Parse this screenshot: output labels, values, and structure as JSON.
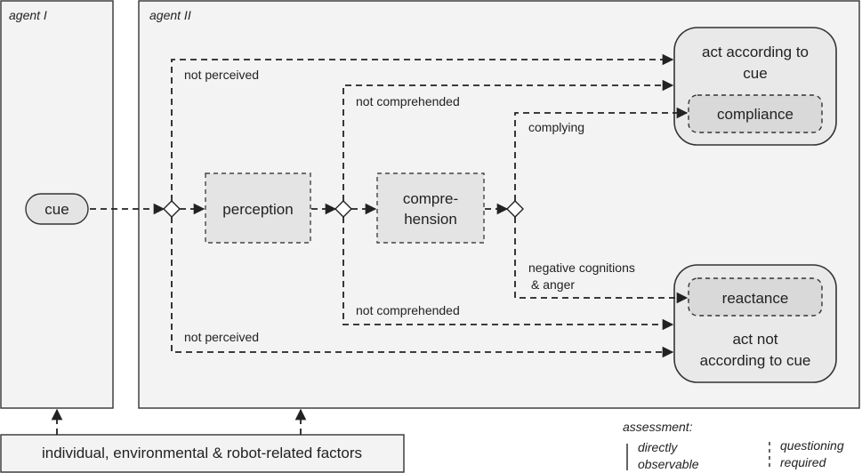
{
  "agents": {
    "agent_1": "agent I",
    "agent_2": "agent II"
  },
  "nodes": {
    "cue": "cue",
    "perception": "perception",
    "comprehension_line1": "compre-",
    "comprehension_line2": "hension",
    "act_according_line1": "act according to",
    "act_according_line2": "cue",
    "compliance": "compliance",
    "reactance": "reactance",
    "act_not_line1": "act not",
    "act_not_line2": "according to cue"
  },
  "edges": {
    "not_perceived_top": "not perceived",
    "not_comprehended_top": "not comprehended",
    "complying": "complying",
    "negative_line1": "negative cognitions",
    "negative_line2": "& anger",
    "not_comprehended_bottom": "not comprehended",
    "not_perceived_bottom": "not perceived"
  },
  "factors": "individual, environmental & robot-related factors",
  "legend": {
    "title": "assessment:",
    "directly_line1": "directly",
    "directly_line2": "observable",
    "questioning_line1": "questioning",
    "questioning_line2": "required"
  }
}
